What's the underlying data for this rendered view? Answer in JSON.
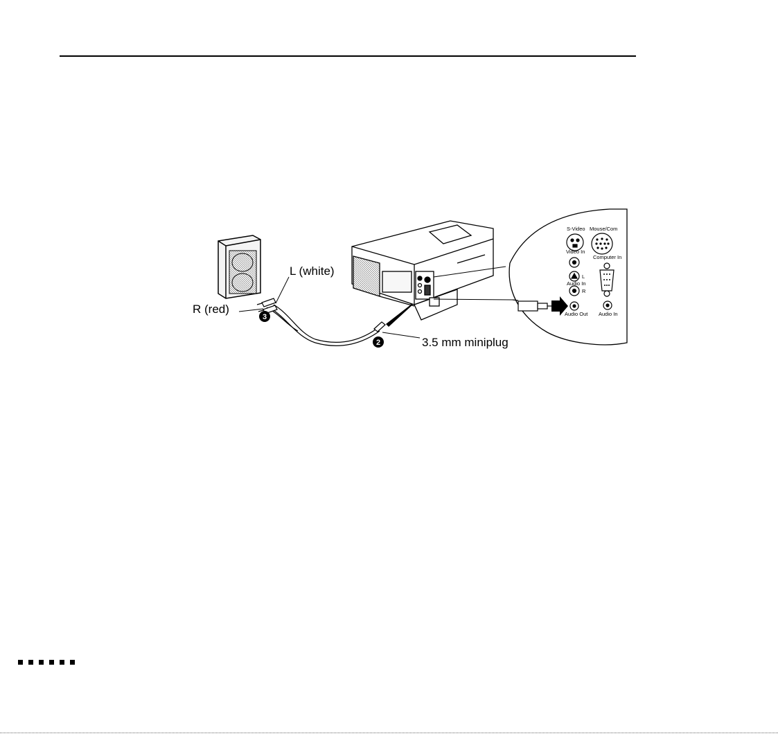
{
  "figure": {
    "labels": {
      "left_channel": "L (white)",
      "right_channel": "R (red)",
      "plug": "3.5 mm miniplug",
      "step_right": "3",
      "step_plug": "2"
    },
    "panel_labels": {
      "s_video": "S-Video",
      "mouse": "Mouse/Com",
      "video_in": "Video In",
      "computer_in": "Computer In",
      "audio_in_left": "Audio In",
      "l": "L",
      "r": "R",
      "audio_out": "Audio Out",
      "audio_in_right": "Audio In"
    }
  }
}
